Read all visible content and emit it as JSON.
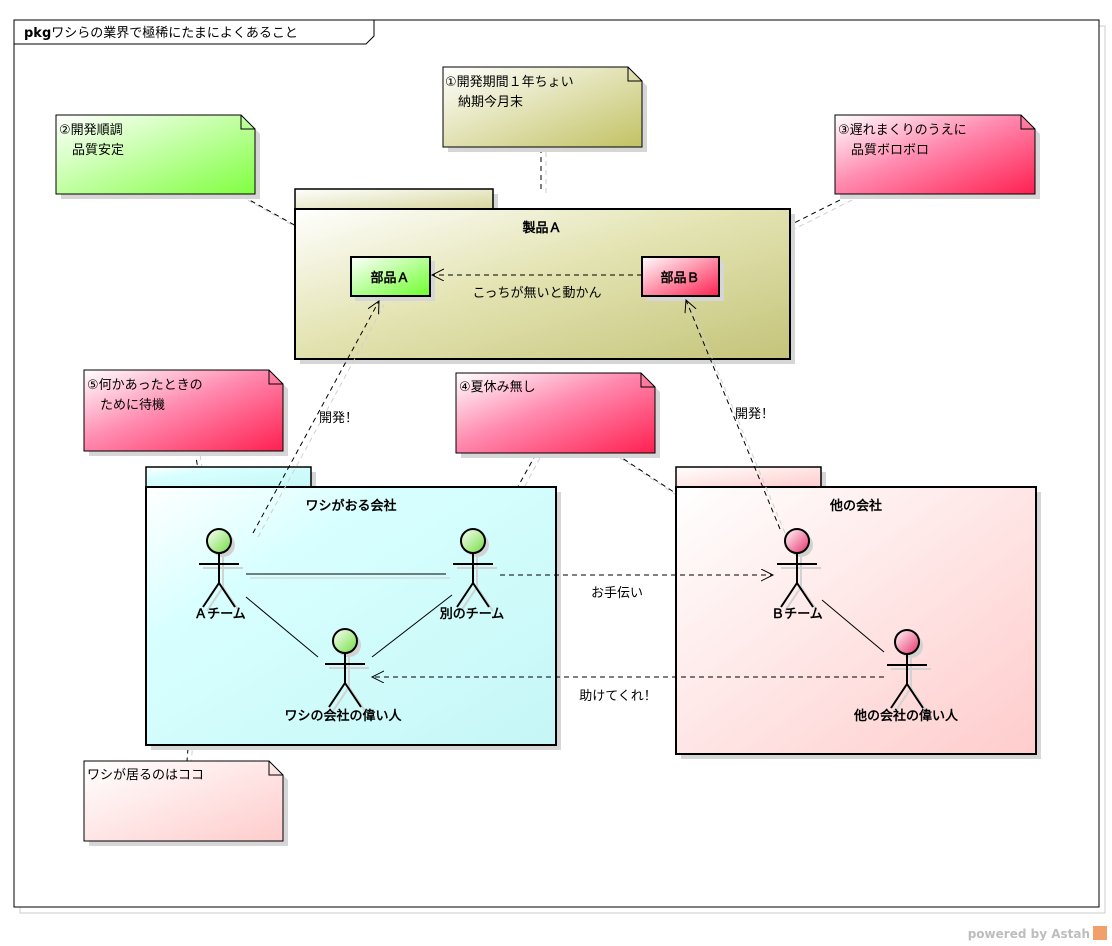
{
  "frame": {
    "prefix": "pkg",
    "title": "ワシらの業界で極稀にたまによくあること"
  },
  "packages": {
    "product": {
      "name": "製品Ａ",
      "fill_start": "#ffffff",
      "fill_end": "#c8c87a"
    },
    "our_company": {
      "name": "ワシがおる会社",
      "fill_start": "#ffffff",
      "fill_end": "#c8ffff"
    },
    "other_company": {
      "name": "他の会社",
      "fill_start": "#ffffff",
      "fill_end": "#ffcaca"
    }
  },
  "components": {
    "part_a": {
      "name": "部品Ａ",
      "color": "#88ff44"
    },
    "part_b": {
      "name": "部品Ｂ",
      "color": "#ff4466"
    }
  },
  "actors": {
    "team_a": {
      "name": "Ａチーム",
      "color": "#99ee66"
    },
    "other_team": {
      "name": "別のチーム",
      "color": "#99ee66"
    },
    "our_boss": {
      "name": "ワシの会社の偉い人",
      "color": "#99ee66"
    },
    "team_b": {
      "name": "Ｂチーム",
      "color": "#ee5577"
    },
    "other_boss": {
      "name": "他の会社の偉い人",
      "color": "#ee5577"
    }
  },
  "notes": {
    "n1": {
      "lines": [
        "①開発期間１年ちょい",
        "　納期今月末"
      ]
    },
    "n2": {
      "lines": [
        "②開発順調",
        "　品質安定"
      ]
    },
    "n3": {
      "lines": [
        "③遅れまくりのうえに",
        "　品質ボロボロ"
      ]
    },
    "n4": {
      "lines": [
        "④夏休み無し"
      ]
    },
    "n5": {
      "lines": [
        "⑤何かあったときの",
        "　ために待機"
      ]
    },
    "n6": {
      "lines": [
        "ワシが居るのはココ"
      ]
    }
  },
  "edges": {
    "dependency": "こっちが無いと動かん",
    "dev_a": "開発！",
    "dev_b": "開発！",
    "help": "お手伝い",
    "rescue": "助けてくれ！"
  },
  "credit": {
    "text": "powered by Astah"
  }
}
